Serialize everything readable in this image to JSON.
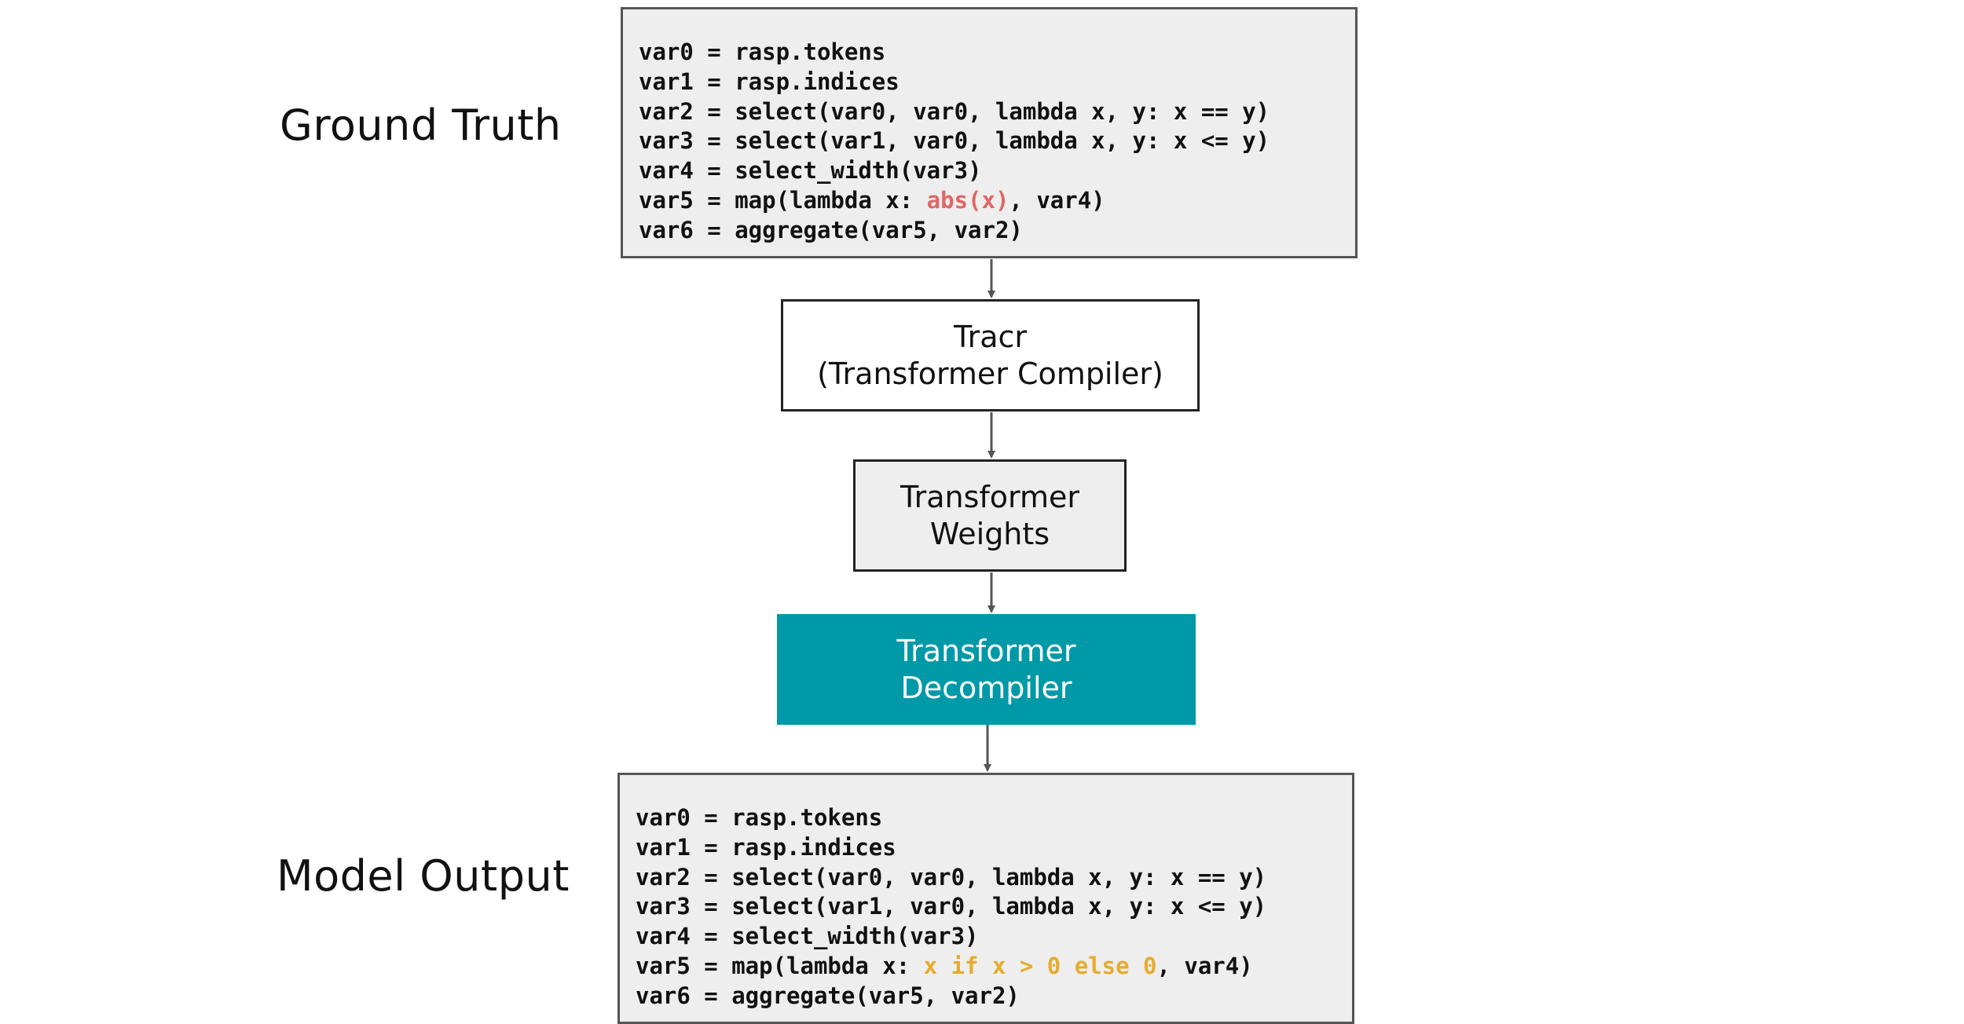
{
  "labels": {
    "ground_truth": "Ground Truth",
    "model_output": "Model Output"
  },
  "ground_truth_code": {
    "lines": [
      {
        "pre": "var0 = rasp.tokens",
        "hl": "",
        "post": ""
      },
      {
        "pre": "var1 = rasp.indices",
        "hl": "",
        "post": ""
      },
      {
        "pre": "var2 = select(var0, var0, lambda x, y: x == y)",
        "hl": "",
        "post": ""
      },
      {
        "pre": "var3 = select(var1, var0, lambda x, y: x <= y)",
        "hl": "",
        "post": ""
      },
      {
        "pre": "var4 = select_width(var3)",
        "hl": "",
        "post": ""
      },
      {
        "pre": "var5 = map(lambda x: ",
        "hl": "abs(x)",
        "post": ", var4)"
      },
      {
        "pre": "var6 = aggregate(var5, var2)",
        "hl": "",
        "post": ""
      }
    ]
  },
  "model_output_code": {
    "lines": [
      {
        "pre": "var0 = rasp.tokens",
        "hl": "",
        "post": ""
      },
      {
        "pre": "var1 = rasp.indices",
        "hl": "",
        "post": ""
      },
      {
        "pre": "var2 = select(var0, var0, lambda x, y: x == y)",
        "hl": "",
        "post": ""
      },
      {
        "pre": "var3 = select(var1, var0, lambda x, y: x <= y)",
        "hl": "",
        "post": ""
      },
      {
        "pre": "var4 = select_width(var3)",
        "hl": "",
        "post": ""
      },
      {
        "pre": "var5 = map(lambda x: ",
        "hl": "x if x > 0 else 0",
        "post": ", var4)"
      },
      {
        "pre": "var6 = aggregate(var5, var2)",
        "hl": "",
        "post": ""
      }
    ]
  },
  "flow": {
    "tracr": {
      "line1": "Tracr",
      "line2": "(Transformer Compiler)"
    },
    "weights": {
      "line1": "Transformer",
      "line2": "Weights"
    },
    "decompiler": {
      "line1": "Transformer",
      "line2": "Decompiler"
    }
  },
  "colors": {
    "code_box_bg": "#eeeeee",
    "decompiler_fill": "#0099a8",
    "highlight_ground_truth": "#e06666",
    "highlight_model_output": "#e6ab2e",
    "arrow": "#555555"
  }
}
